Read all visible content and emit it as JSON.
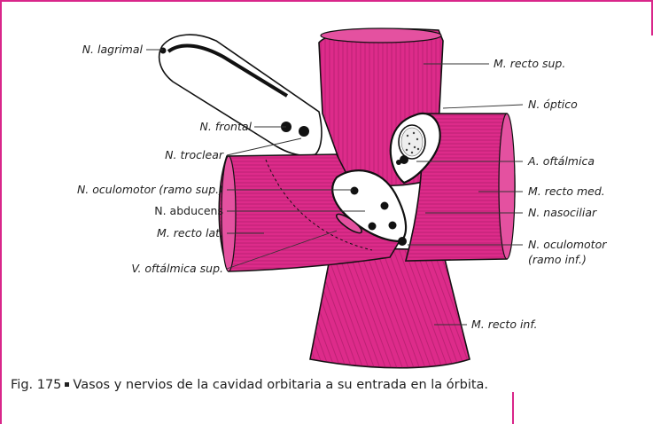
{
  "colors": {
    "frame": "#d9268a",
    "muscle": "#dd2b8a",
    "outline": "#111111",
    "striation": "#7a0f45"
  },
  "labels": {
    "n_lagrimal": "N. lagrimal",
    "n_frontal": "N. frontal",
    "n_troclear": "N. troclear",
    "n_oculomotor_sup": "N. oculomotor (ramo sup.)",
    "n_abducens": "N. abducens",
    "m_recto_lat": "M. recto lat.",
    "v_oftalmica_sup": "V. oftálmica sup.",
    "m_recto_sup": "M. recto sup.",
    "n_optico": "N. óptico",
    "a_oftalmica": "A. oftálmica",
    "m_recto_med": "M. recto med.",
    "n_nasociliar": "N. nasociliar",
    "n_oculomotor_inf_1": "N. oculomotor",
    "n_oculomotor_inf_2": "(ramo inf.)",
    "m_recto_inf": "M. recto inf."
  },
  "caption": {
    "fig": "Fig. 175",
    "text": "Vasos y nervios de la cavidad orbitaria a su entrada en la órbita."
  }
}
